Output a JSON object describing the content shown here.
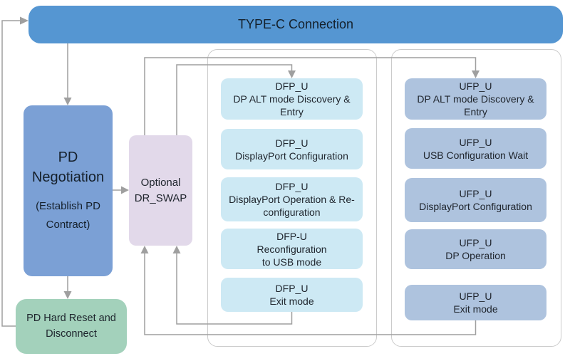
{
  "banner": {
    "label": "TYPE-C Connection"
  },
  "pd_negotiation": {
    "title": "PD Negotiation",
    "subtitle": "(Establish PD Contract)"
  },
  "dr_swap": {
    "lines": [
      "Optional",
      "DR_SWAP"
    ]
  },
  "hard_reset": {
    "label": "PD Hard Reset and Disconnect"
  },
  "dfp": {
    "boxes": [
      {
        "lines": [
          "DFP_U",
          "DP ALT mode Discovery &",
          "Entry"
        ]
      },
      {
        "lines": [
          "DFP_U",
          "DisplayPort Configuration"
        ]
      },
      {
        "lines": [
          "DFP_U",
          "DisplayPort Operation & Re-",
          "configuration"
        ]
      },
      {
        "lines": [
          "DFP-U",
          "Reconfiguration",
          "to USB mode"
        ]
      },
      {
        "lines": [
          "DFP_U",
          "Exit mode"
        ]
      }
    ]
  },
  "ufp": {
    "boxes": [
      {
        "lines": [
          "UFP_U",
          "DP ALT mode Discovery &",
          "Entry"
        ]
      },
      {
        "lines": [
          "UFP_U",
          "USB Configuration Wait"
        ]
      },
      {
        "lines": [
          "UFP_U",
          "DisplayPort Configuration"
        ]
      },
      {
        "lines": [
          "UFP_U",
          "DP Operation"
        ]
      },
      {
        "lines": [
          "UFP_U",
          "Exit mode"
        ]
      }
    ]
  },
  "colors": {
    "banner": "#5596d2",
    "pd_negotiation": "#7ba0d5",
    "dr_swap": "#e2d9ea",
    "hard_reset": "#a3d1bb",
    "dfp_box": "#cde9f4",
    "ufp_box": "#aec3de",
    "connector": "#9f9f9f",
    "container_border": "#cbcbcb"
  }
}
